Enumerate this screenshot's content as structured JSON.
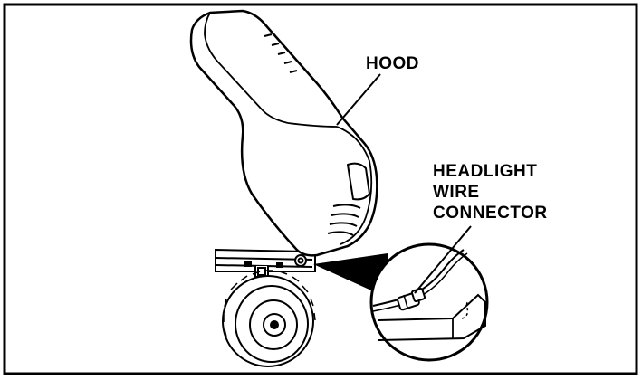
{
  "labels": {
    "hood": "HOOD",
    "connector_line1": "HEADLIGHT",
    "connector_line2": "WIRE",
    "connector_line3": "CONNECTOR"
  },
  "colors": {
    "ink": "#000000",
    "paper": "#ffffff"
  }
}
